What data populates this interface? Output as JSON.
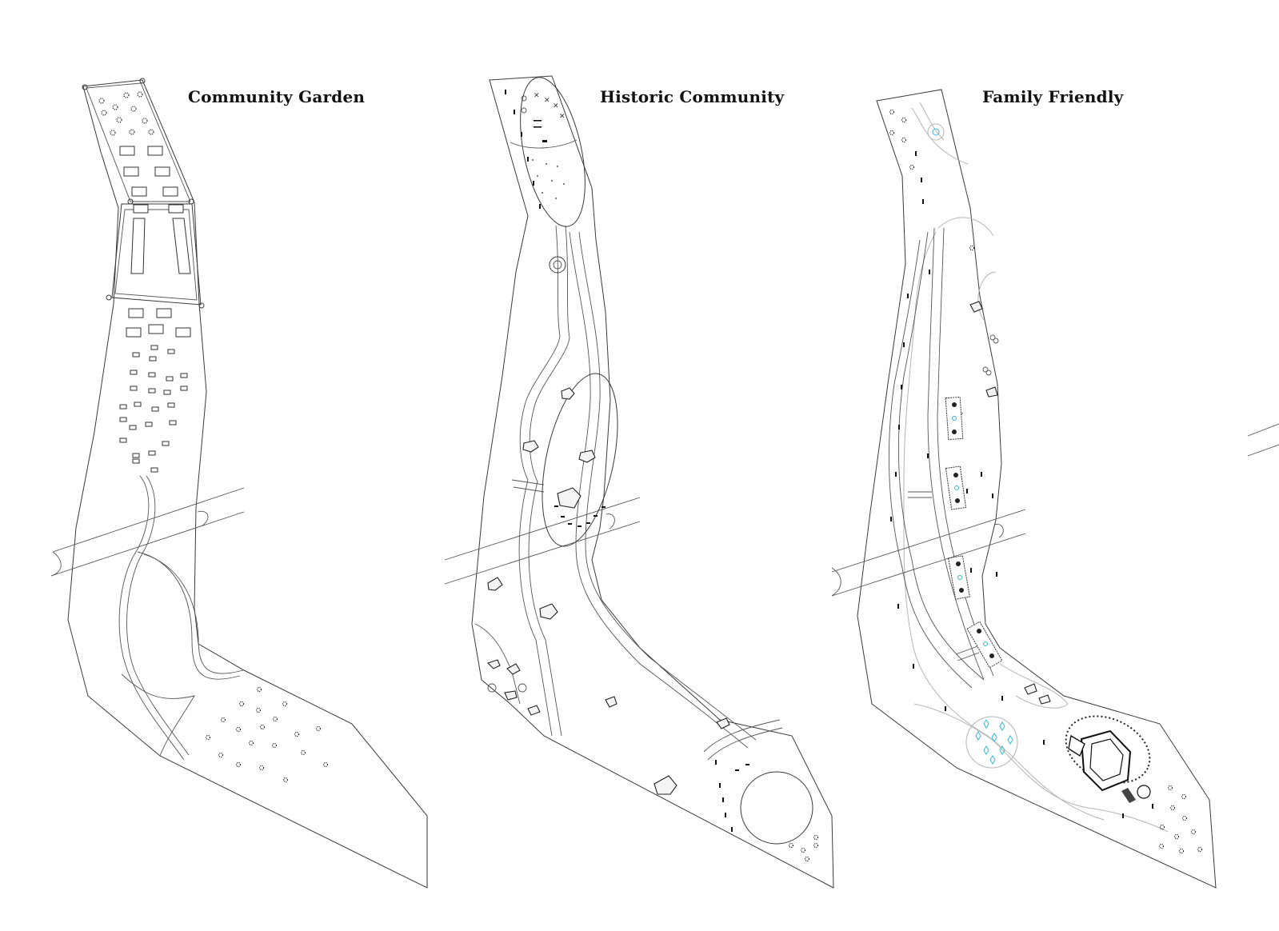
{
  "panels": [
    {
      "id": "community-garden",
      "title": "Community Garden"
    },
    {
      "id": "historic-community",
      "title": "Historic Community"
    },
    {
      "id": "family-friendly",
      "title": "Family Friendly"
    }
  ],
  "colors": {
    "line": "#3a3a3a",
    "light_line": "#b5b5b5",
    "water_feature": "#35b8d8",
    "background": "#ffffff"
  }
}
